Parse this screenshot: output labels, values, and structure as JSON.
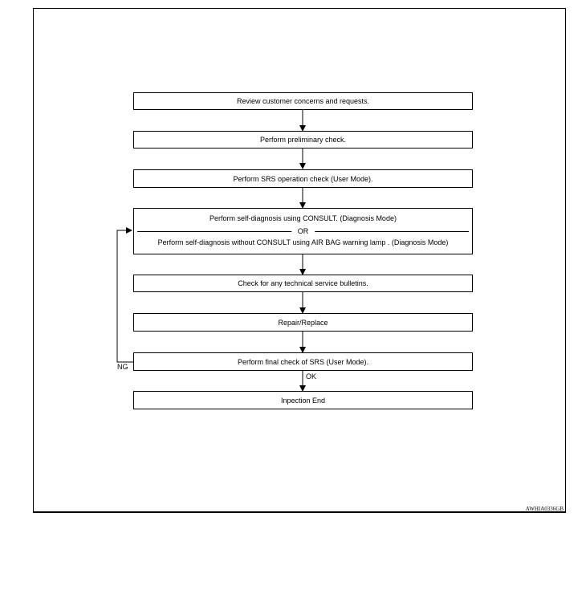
{
  "flowchart": {
    "steps": [
      {
        "text": "Review customer concerns and requests."
      },
      {
        "text": "Perform preliminary check."
      },
      {
        "text": "Perform SRS operation check (User Mode)."
      },
      {
        "text_a": "Perform self-diagnosis using CONSULT. (Diagnosis Mode)",
        "or": "OR",
        "text_b": "Perform self-diagnosis  without CONSULT using AIR BAG warning lamp . (Diagnosis Mode)"
      },
      {
        "text": "Check for any technical service bulletins."
      },
      {
        "text": "Repair/Replace"
      },
      {
        "text": "Perform final check of SRS (User Mode)."
      },
      {
        "text": "Inpection End"
      }
    ],
    "branch_ng": "NG",
    "branch_ok": "OK"
  },
  "figure_code": "AWHIA0336GB"
}
